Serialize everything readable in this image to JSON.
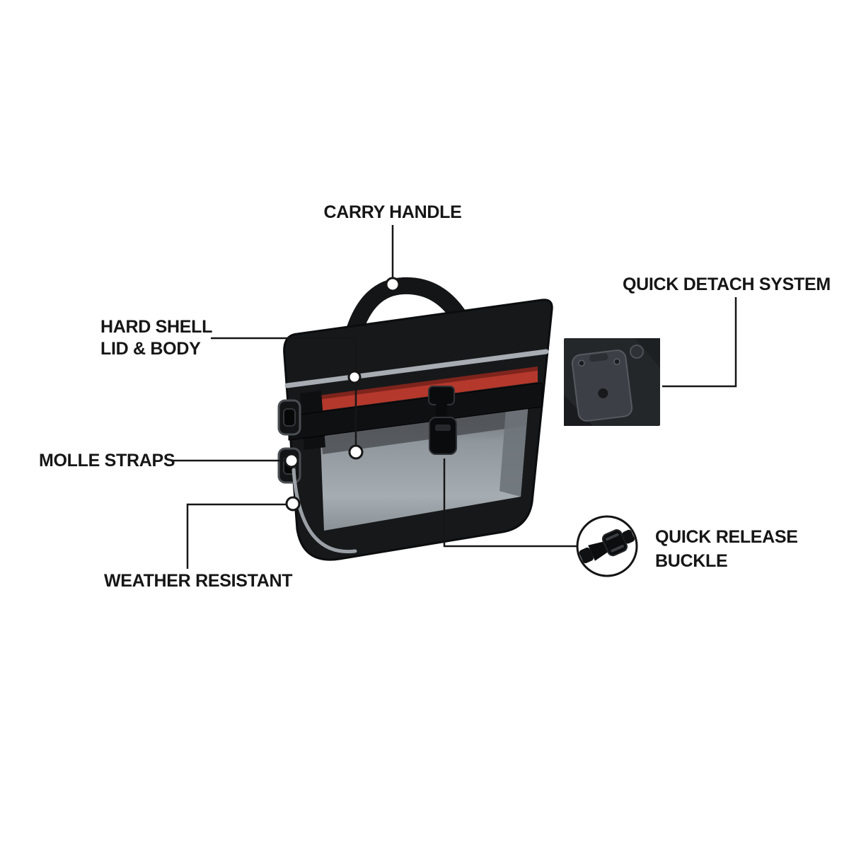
{
  "diagram": {
    "type": "product-feature-callout",
    "callouts": {
      "carry_handle": {
        "label": "CARRY HANDLE"
      },
      "quick_detach_system": {
        "label": "QUICK DETACH SYSTEM"
      },
      "hard_shell": {
        "label_line1": "HARD SHELL",
        "label_line2": "LID & BODY"
      },
      "molle_straps": {
        "label": "MOLLE STRAPS"
      },
      "weather_resistant": {
        "label": "WEATHER RESISTANT"
      },
      "quick_release_buckle": {
        "label_line1": "QUICK RELEASE",
        "label_line2": "BUCKLE"
      }
    },
    "colors": {
      "background": "#ffffff",
      "label_text": "#161616",
      "callout_line": "#161616",
      "bag_body_black": "#17181a",
      "front_panel_gray": "#8f969c",
      "accent_red": "#b5382c",
      "piping_gray": "#a0a6ac"
    }
  }
}
